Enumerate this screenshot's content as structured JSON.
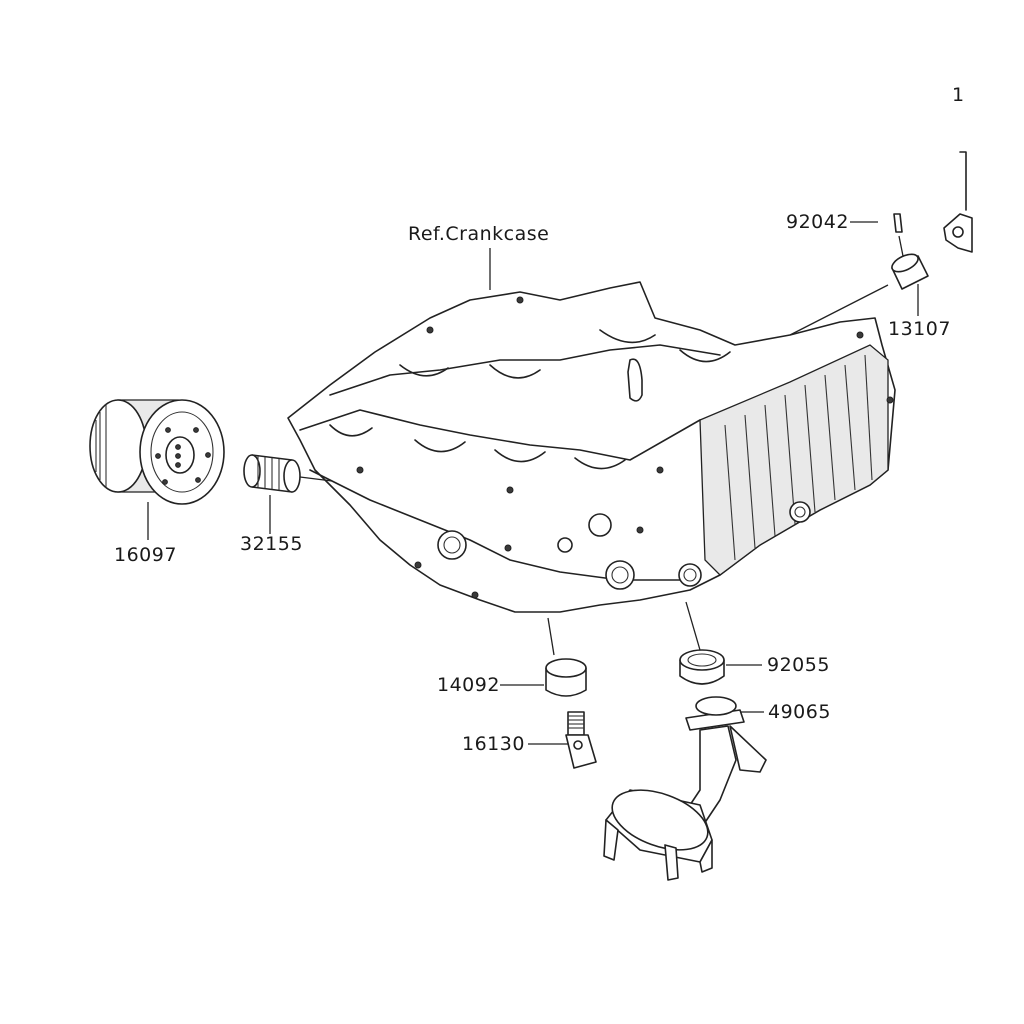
{
  "diagram": {
    "reference_label": "Ref.Crankcase",
    "cropped_label": "1",
    "parts": [
      {
        "id": "16097"
      },
      {
        "id": "32155"
      },
      {
        "id": "92042"
      },
      {
        "id": "13107"
      },
      {
        "id": "14092"
      },
      {
        "id": "92055"
      },
      {
        "id": "49065"
      },
      {
        "id": "16130"
      }
    ]
  }
}
